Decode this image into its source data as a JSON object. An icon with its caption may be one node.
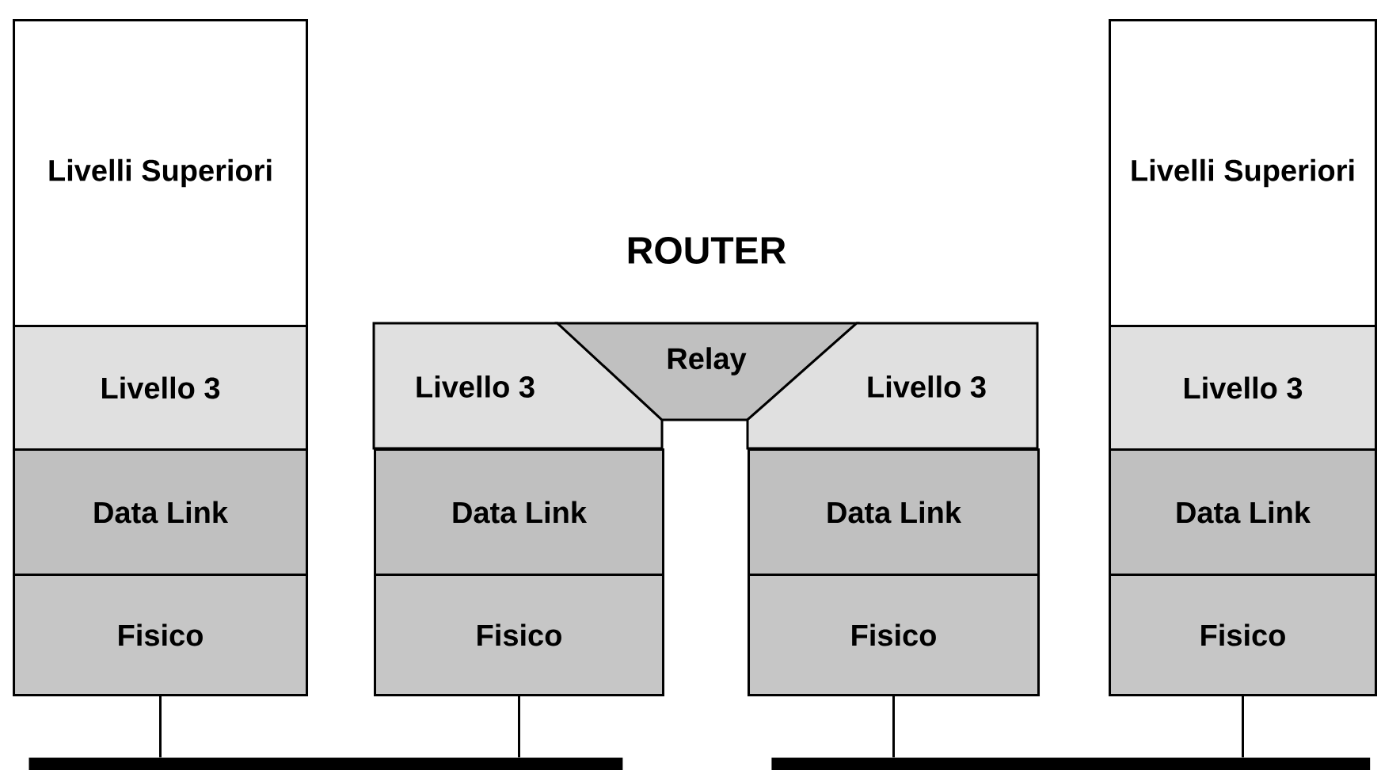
{
  "diagram": {
    "nodes": [
      {
        "text": [
          "Livelli Superiori"
        ]
      },
      {
        "text": [
          "Livello 3"
        ]
      },
      {
        "text": [
          "Data Link"
        ]
      },
      {
        "text": [
          "Fisico"
        ]
      },
      {
        "text": [
          "Livello 3"
        ]
      },
      {
        "text": [
          "Relay"
        ]
      },
      {
        "text": [
          "Livello 3"
        ]
      },
      {
        "text": [
          "Data Link"
        ]
      },
      {
        "text": [
          "Data Link"
        ]
      },
      {
        "text": [
          "Fisico"
        ]
      },
      {
        "text": [
          "Fisico"
        ]
      },
      {
        "text": [
          "Livelli Superiori"
        ]
      },
      {
        "text": [
          "Livello 3"
        ]
      },
      {
        "text": [
          "Data Link"
        ]
      },
      {
        "text": [
          "Fisico"
        ]
      },
      {
        "text": [],
        "shape": "bar"
      },
      {
        "text": [],
        "shape": "bar"
      }
    ],
    "edges": [
      {
        "from": 3,
        "to": 15,
        "arrow": "none"
      },
      {
        "from": 9,
        "to": 15,
        "arrow": "none"
      },
      {
        "from": 10,
        "to": 16,
        "arrow": "none"
      },
      {
        "from": 14,
        "to": 16,
        "arrow": "none"
      }
    ],
    "labels": [
      "ROUTER"
    ]
  }
}
